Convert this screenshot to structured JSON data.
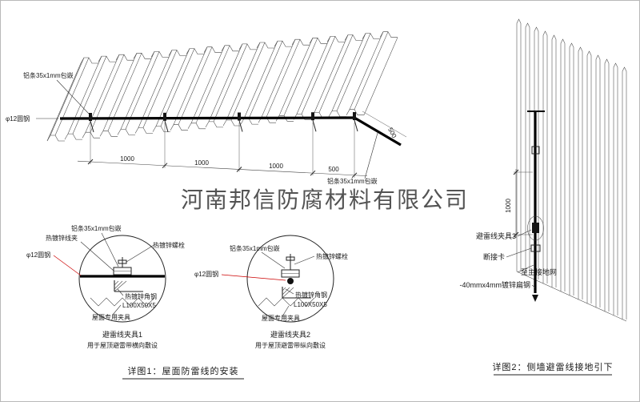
{
  "colors": {
    "label_red": "#cc0000",
    "watermark_gray": "#a6a6a6",
    "line_dark": "#222222"
  },
  "watermark": "河南邦信防腐材料有限公司",
  "roof_drawing": {
    "label_alu_strip_left": "铝条35x1mm包嵌",
    "label_round_steel": "φ12圆钢",
    "label_alu_strip_right": "铝条35x1mm包嵌",
    "dims": [
      "1000",
      "1000",
      "1000",
      "500"
    ],
    "dim_edge": "500",
    "caption": "详图1：屋面防雷线的安装"
  },
  "detail_1": {
    "label_alu_strip": "铝条35x1mm包嵌",
    "label_wire_clamp": "热镀锌线夹",
    "label_bolt": "热镀锌螺栓",
    "label_round_steel": "φ12圆钢",
    "label_angle_steel": "热镀锌角钢",
    "label_angle_spec": "L100X50X5",
    "label_roof_fixture": "屋面专用夹具",
    "title": "避雷线夹具1",
    "subtitle": "用于屋顶避雷带横向敷设"
  },
  "detail_2": {
    "label_alu_strip": "铝条35x1mm包嵌",
    "label_bolt": "热镀锌螺栓",
    "label_round_steel": "φ12圆钢",
    "label_angle_steel": "热镀锌角钢",
    "label_angle_spec": "L100X50X5",
    "label_roof_fixture": "屋面专用夹具",
    "title": "避雷线夹具2",
    "subtitle": "用于屋顶避雷带纵向敷设"
  },
  "wall_drawing": {
    "label_clamp_3": "避雷线夹具3",
    "label_disconnect": "断接卡",
    "label_to_ground": "至主接地网",
    "label_flat_steel": "-40mmx4mm镀锌扁钢",
    "dim_height": "1000",
    "caption": "详图2：侧墙避雷线接地引下"
  }
}
